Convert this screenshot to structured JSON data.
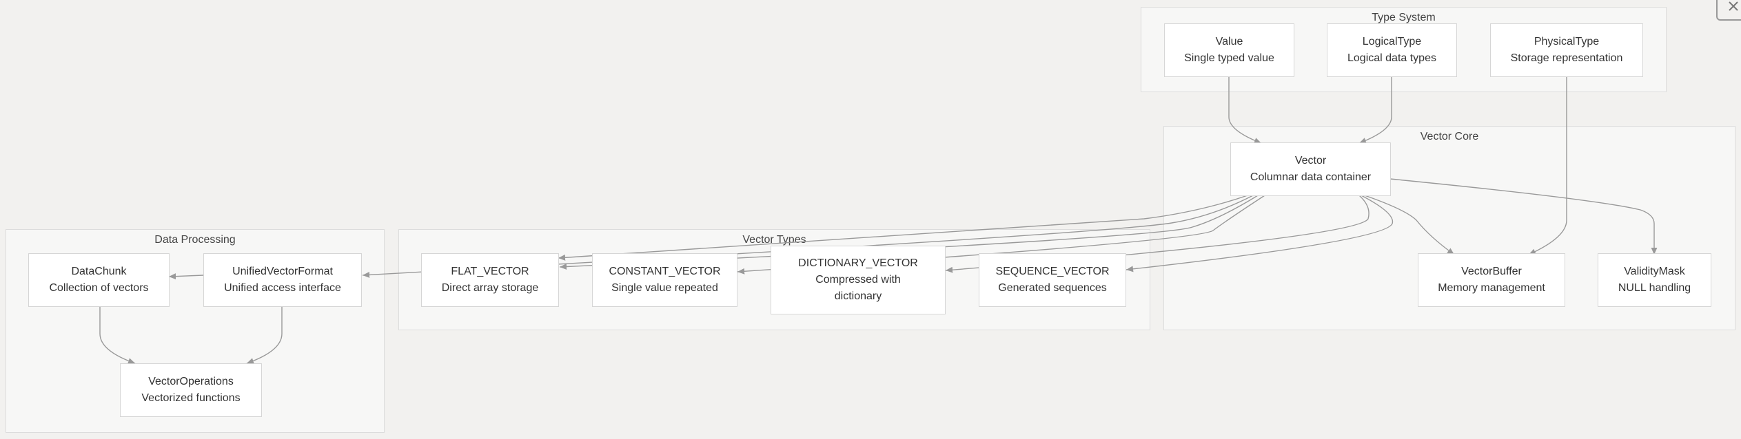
{
  "clusters": {
    "type_system": "Type System",
    "vector_core": "Vector Core",
    "data_processing": "Data Processing",
    "vector_types": "Vector Types"
  },
  "nodes": {
    "value": {
      "title": "Value",
      "desc": "Single typed value"
    },
    "logical_type": {
      "title": "LogicalType",
      "desc": "Logical data types"
    },
    "physical_type": {
      "title": "PhysicalType",
      "desc": "Storage representation"
    },
    "vector": {
      "title": "Vector",
      "desc": "Columnar data container"
    },
    "vector_buffer": {
      "title": "VectorBuffer",
      "desc": "Memory management"
    },
    "validity_mask": {
      "title": "ValidityMask",
      "desc": "NULL handling"
    },
    "data_chunk": {
      "title": "DataChunk",
      "desc": "Collection of vectors"
    },
    "unified_vector_format": {
      "title": "UnifiedVectorFormat",
      "desc": "Unified access interface"
    },
    "vector_operations": {
      "title": "VectorOperations",
      "desc": "Vectorized functions"
    },
    "flat_vector": {
      "title": "FLAT_VECTOR",
      "desc": "Direct array storage"
    },
    "constant_vector": {
      "title": "CONSTANT_VECTOR",
      "desc": "Single value repeated"
    },
    "dictionary_vector": {
      "title": "DICTIONARY_VECTOR",
      "desc1": "Compressed with",
      "desc2": "dictionary"
    },
    "sequence_vector": {
      "title": "SEQUENCE_VECTOR",
      "desc": "Generated sequences"
    }
  },
  "edges": [
    [
      "value",
      "vector"
    ],
    [
      "logical_type",
      "vector"
    ],
    [
      "physical_type",
      "vector_buffer"
    ],
    [
      "vector",
      "vector_buffer"
    ],
    [
      "vector",
      "validity_mask"
    ],
    [
      "vector",
      "flat_vector"
    ],
    [
      "vector",
      "constant_vector"
    ],
    [
      "vector",
      "dictionary_vector"
    ],
    [
      "vector",
      "sequence_vector"
    ],
    [
      "vector",
      "unified_vector_format"
    ],
    [
      "vector",
      "data_chunk"
    ],
    [
      "unified_vector_format",
      "data_chunk"
    ],
    [
      "data_chunk",
      "vector_operations"
    ],
    [
      "unified_vector_format",
      "vector_operations"
    ]
  ],
  "colors": {
    "background": "#f2f1ef",
    "cluster": "#f7f7f6",
    "node": "#ffffff",
    "edge": "#999999"
  }
}
